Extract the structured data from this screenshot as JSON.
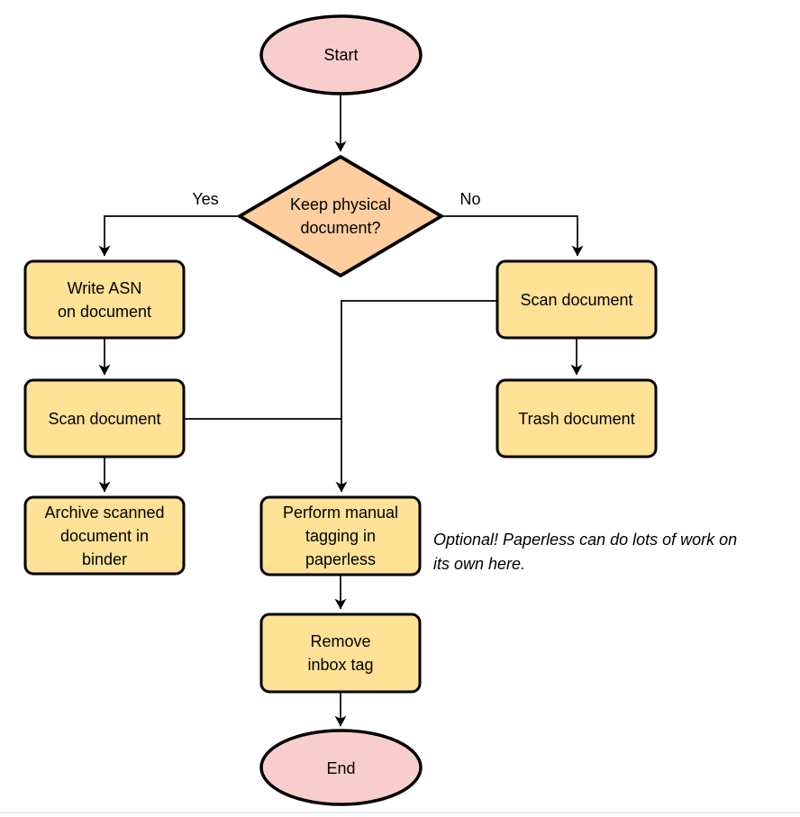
{
  "diagram": {
    "type": "flowchart",
    "colors": {
      "terminal_fill": "#f8cecc",
      "decision_fill": "#ffce9e",
      "process_fill": "#ffe296",
      "stroke": "#000000",
      "hairline": "#e9ebee"
    },
    "nodes": {
      "start": {
        "shape": "ellipse",
        "fill": "#f8cecc",
        "label": "Start"
      },
      "decision": {
        "shape": "diamond",
        "fill": "#ffce9e",
        "label": "Keep physical\ndocument?"
      },
      "write_asn": {
        "shape": "rect",
        "fill": "#ffe296",
        "label": "Write ASN\non document"
      },
      "scan_left": {
        "shape": "rect",
        "fill": "#ffe296",
        "label": "Scan document"
      },
      "archive": {
        "shape": "rect",
        "fill": "#ffe296",
        "label": "Archive scanned\ndocument in\nbinder"
      },
      "scan_right": {
        "shape": "rect",
        "fill": "#ffe296",
        "label": "Scan document"
      },
      "trash": {
        "shape": "rect",
        "fill": "#ffe296",
        "label": "Trash document"
      },
      "perform": {
        "shape": "rect",
        "fill": "#ffe296",
        "label": "Perform manual\ntagging in\npaperless"
      },
      "remove": {
        "shape": "rect",
        "fill": "#ffe296",
        "label": "Remove\ninbox tag"
      },
      "end": {
        "shape": "ellipse",
        "fill": "#f8cecc",
        "label": "End"
      }
    },
    "edge_labels": {
      "yes": "Yes",
      "no": "No"
    },
    "edges": [
      {
        "from": "start",
        "to": "decision"
      },
      {
        "from": "decision",
        "to": "write_asn",
        "label": "Yes"
      },
      {
        "from": "decision",
        "to": "scan_right",
        "label": "No"
      },
      {
        "from": "write_asn",
        "to": "scan_left"
      },
      {
        "from": "scan_left",
        "to": "archive"
      },
      {
        "from": "scan_right",
        "to": "trash"
      },
      {
        "from": "scan_right",
        "to": "perform"
      },
      {
        "from": "scan_left",
        "to": "perform"
      },
      {
        "from": "perform",
        "to": "remove"
      },
      {
        "from": "remove",
        "to": "end"
      }
    ],
    "note": "Optional! Paperless can do lots of work on\nits own here."
  }
}
